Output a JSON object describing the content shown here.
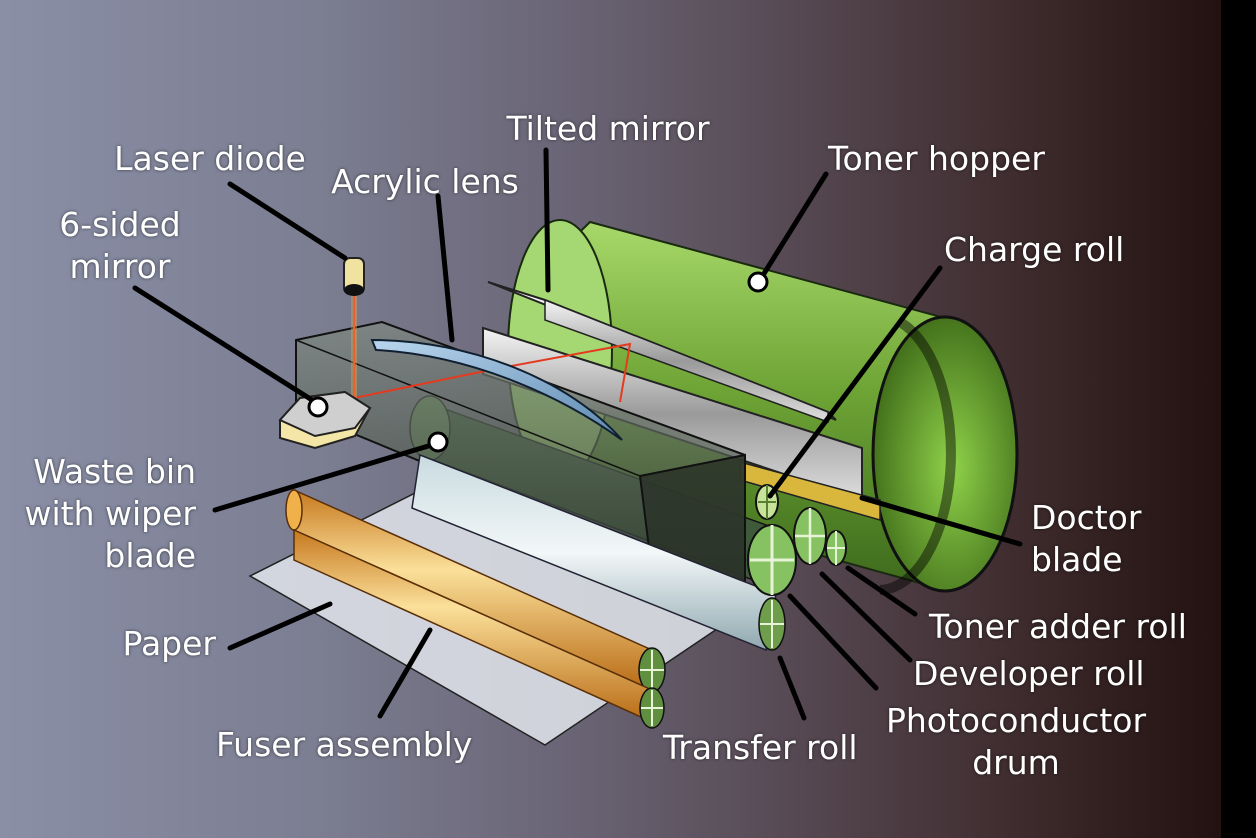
{
  "labels": {
    "laser_diode": "Laser diode",
    "six_sided_mirror": [
      "6-sided",
      "mirror"
    ],
    "acrylic_lens": "Acrylic lens",
    "tilted_mirror": "Tilted mirror",
    "toner_hopper": "Toner hopper",
    "charge_roll": "Charge roll",
    "waste_bin": [
      "Waste bin",
      "with wiper",
      "blade"
    ],
    "doctor_blade": [
      "Doctor",
      "blade"
    ],
    "toner_adder_roll": "Toner adder roll",
    "developer_roll": "Developer roll",
    "photoconductor_drum": [
      "Photoconductor",
      "drum"
    ],
    "transfer_roll": "Transfer roll",
    "paper": "Paper",
    "fuser_assembly": "Fuser assembly"
  },
  "colors": {
    "toner_green": "#7fbf3f",
    "laser_red": "#e53a1f",
    "fuser_gold": "#e8a935",
    "label_white": "#ffffff"
  }
}
